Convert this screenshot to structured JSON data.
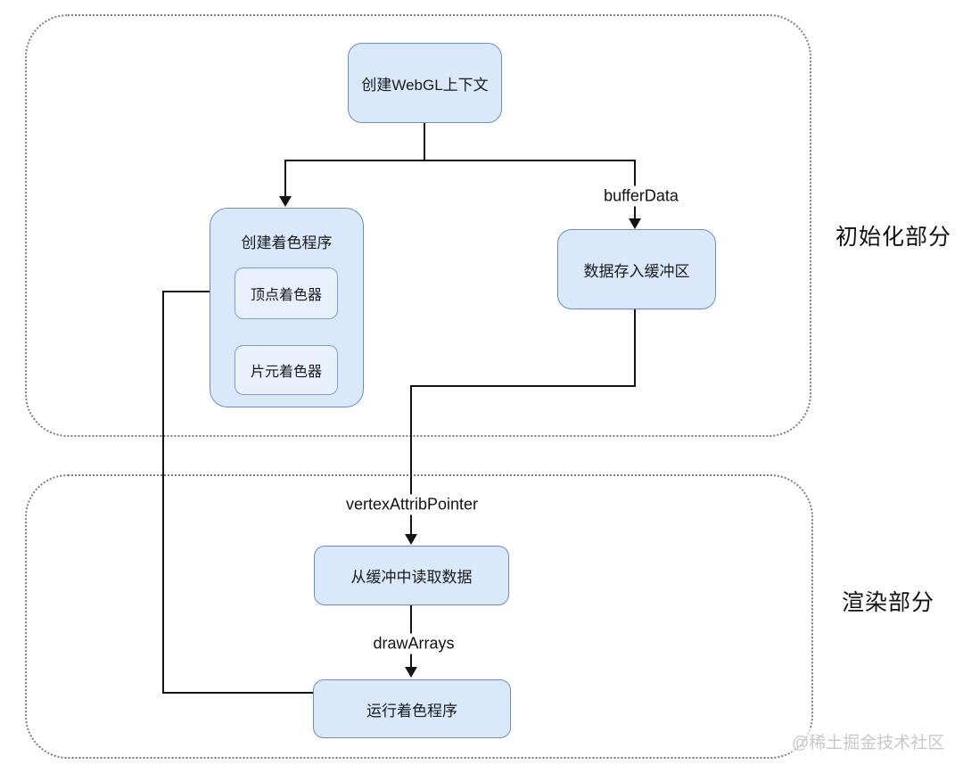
{
  "diagram": {
    "sections": {
      "init": {
        "label": "初始化部分"
      },
      "render": {
        "label": "渲染部分"
      }
    },
    "nodes": {
      "create_context": "创建WebGL上下文",
      "shader_group": "创建着色程序",
      "vertex_shader": "顶点着色器",
      "fragment_shader": "片元着色器",
      "buffer_store": "数据存入缓冲区",
      "read_buffer": "从缓冲中读取数据",
      "run_program": "运行着色程序"
    },
    "edge_labels": {
      "buffer_data": "bufferData",
      "vertex_attrib_pointer": "vertexAttribPointer",
      "draw_arrays": "drawArrays"
    },
    "watermark": "@稀土掘金技术社区",
    "colors": {
      "node_fill": "#dae8fc",
      "node_border": "#6c8ebf",
      "inner_node_fill": "#e8f0fc",
      "arrow": "#141414",
      "section_border": "#7e7e7e",
      "watermark": "#c8c8c8"
    }
  }
}
